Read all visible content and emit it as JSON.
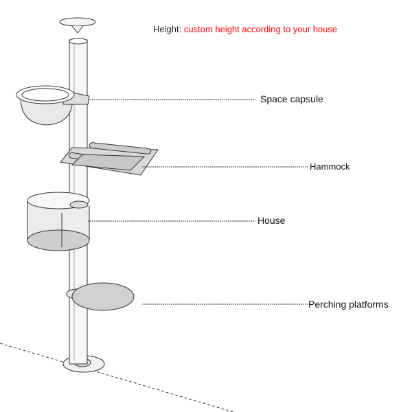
{
  "height": {
    "label": "Height:",
    "value": "custom height according to your house",
    "value_color": "#ff0000"
  },
  "parts": {
    "space_capsule": "Space capsule",
    "hammock": "Hammock",
    "house": "House",
    "perching_platforms": "Perching platforms"
  }
}
